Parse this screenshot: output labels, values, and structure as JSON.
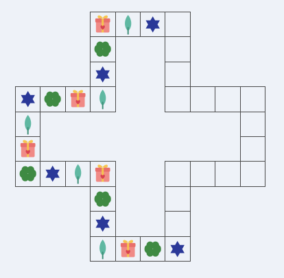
{
  "board": {
    "background_color": "#eef2f8",
    "grid_line_color": "#4a4a4a",
    "tile_types": {
      "gift-icon": {
        "box": "#f08a86",
        "lid": "#e86f6c",
        "ribbon": "#f6c44e",
        "heart": "#d8434f"
      },
      "clover-icon": {
        "leaf": "#3f8a43"
      },
      "star-icon": {
        "fill": "#2a3898"
      },
      "tree-icon": {
        "fill": "#5fb8a2",
        "trunk": "#3d8e78"
      }
    },
    "cells": [
      {
        "row": 0,
        "col": 3,
        "tile": "gift-icon"
      },
      {
        "row": 0,
        "col": 4,
        "tile": "tree-icon"
      },
      {
        "row": 0,
        "col": 5,
        "tile": "star-icon"
      },
      {
        "row": 0,
        "col": 6,
        "tile": ""
      },
      {
        "row": 1,
        "col": 3,
        "tile": "clover-icon"
      },
      {
        "row": 1,
        "col": 6,
        "tile": ""
      },
      {
        "row": 2,
        "col": 3,
        "tile": "star-icon"
      },
      {
        "row": 2,
        "col": 6,
        "tile": ""
      },
      {
        "row": 3,
        "col": 0,
        "tile": "star-icon"
      },
      {
        "row": 3,
        "col": 1,
        "tile": "clover-icon"
      },
      {
        "row": 3,
        "col": 2,
        "tile": "gift-icon"
      },
      {
        "row": 3,
        "col": 3,
        "tile": "tree-icon"
      },
      {
        "row": 3,
        "col": 6,
        "tile": ""
      },
      {
        "row": 3,
        "col": 7,
        "tile": ""
      },
      {
        "row": 3,
        "col": 8,
        "tile": ""
      },
      {
        "row": 3,
        "col": 9,
        "tile": ""
      },
      {
        "row": 4,
        "col": 0,
        "tile": "tree-icon"
      },
      {
        "row": 4,
        "col": 9,
        "tile": ""
      },
      {
        "row": 5,
        "col": 0,
        "tile": "gift-icon"
      },
      {
        "row": 5,
        "col": 9,
        "tile": ""
      },
      {
        "row": 6,
        "col": 0,
        "tile": "clover-icon"
      },
      {
        "row": 6,
        "col": 1,
        "tile": "star-icon"
      },
      {
        "row": 6,
        "col": 2,
        "tile": "tree-icon"
      },
      {
        "row": 6,
        "col": 3,
        "tile": "gift-icon"
      },
      {
        "row": 6,
        "col": 6,
        "tile": ""
      },
      {
        "row": 6,
        "col": 7,
        "tile": ""
      },
      {
        "row": 6,
        "col": 8,
        "tile": ""
      },
      {
        "row": 6,
        "col": 9,
        "tile": ""
      },
      {
        "row": 7,
        "col": 3,
        "tile": "clover-icon"
      },
      {
        "row": 7,
        "col": 6,
        "tile": ""
      },
      {
        "row": 8,
        "col": 3,
        "tile": "star-icon"
      },
      {
        "row": 8,
        "col": 6,
        "tile": ""
      },
      {
        "row": 9,
        "col": 3,
        "tile": "tree-icon"
      },
      {
        "row": 9,
        "col": 4,
        "tile": "gift-icon"
      },
      {
        "row": 9,
        "col": 5,
        "tile": "clover-icon"
      },
      {
        "row": 9,
        "col": 6,
        "tile": "star-icon"
      }
    ]
  }
}
